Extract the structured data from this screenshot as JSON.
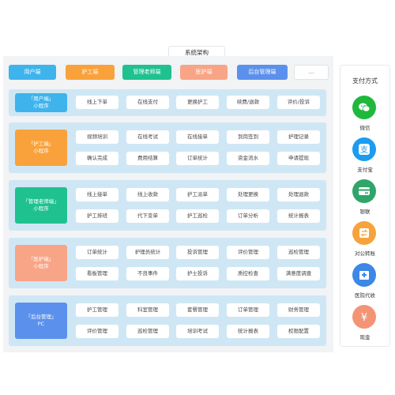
{
  "title": "系统架构",
  "top_buttons": [
    {
      "label": "用户端",
      "color": "#3fb3ec"
    },
    {
      "label": "护工端",
      "color": "#f9a23b"
    },
    {
      "label": "管理老师端",
      "color": "#1fc28f"
    },
    {
      "label": "医护端",
      "color": "#f8a486"
    },
    {
      "label": "后台管理端",
      "color": "#5b91ec"
    },
    {
      "label": "...",
      "color": "#ffffff"
    }
  ],
  "rows": [
    {
      "label": [
        "「用户端」",
        "小程序"
      ],
      "color": "#3fb3ec",
      "items": [
        "线上下单",
        "在线支付",
        "更换护工",
        "续费/退款",
        "评价/投诉"
      ]
    },
    {
      "label": [
        "「护工端」",
        "小程序"
      ],
      "color": "#f9a23b",
      "items": [
        "视频培训",
        "在线考试",
        "在线接单",
        "到岗签到",
        "护理记录",
        "确认完成",
        "费用结算",
        "订单统计",
        "资金流水",
        "申请提现"
      ]
    },
    {
      "label": [
        "「管理老师端」",
        "小程序"
      ],
      "color": "#1fc28f",
      "items": [
        "线上接单",
        "线上收款",
        "护工派单",
        "处理更换",
        "处理退款",
        "护工排班",
        "代下变单",
        "护工巡检",
        "订单分析",
        "统计报表"
      ]
    },
    {
      "label": [
        "「医护端」",
        "小程序"
      ],
      "color": "#f8a486",
      "items": [
        "订单统计",
        "护理员统计",
        "投诉管理",
        "评价管理",
        "巡检管理",
        "看板管理",
        "不良事件",
        "护士投诉",
        "质控检查",
        "满意度调查"
      ]
    },
    {
      "label": [
        "「后台管理」",
        "PC"
      ],
      "color": "#5b91ec",
      "items": [
        "护工管理",
        "科室管理",
        "套餐管理",
        "订单管理",
        "财务管理",
        "评价管理",
        "巡检管理",
        "培训考试",
        "统计报表",
        "权限配置"
      ]
    }
  ],
  "payment": {
    "title": "支付方式",
    "methods": [
      {
        "label": "微信",
        "icon": "wechat-icon",
        "color": "#1fb83c"
      },
      {
        "label": "支付宝",
        "icon": "alipay-icon",
        "color": "#1a9cf0"
      },
      {
        "label": "银联",
        "icon": "unionpay-icon",
        "color": "#2fa56a"
      },
      {
        "label": "对公转账",
        "icon": "transfer-icon",
        "color": "#f6a33d"
      },
      {
        "label": "医院代收",
        "icon": "hospital-icon",
        "color": "#3d87e6"
      },
      {
        "label": "现金",
        "icon": "cash-icon",
        "color": "#f49476"
      }
    ]
  }
}
